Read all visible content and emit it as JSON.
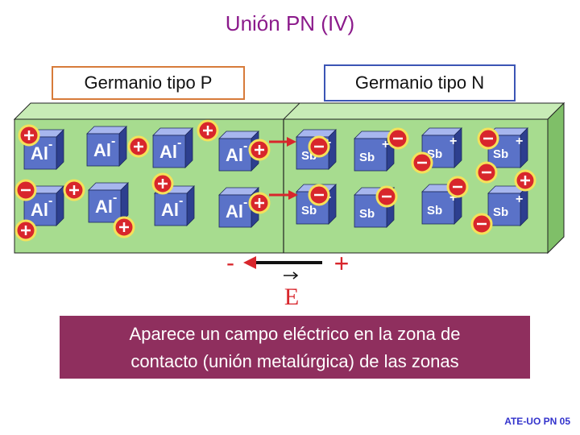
{
  "title": "Unión PN (IV)",
  "labels": {
    "p_region": "Germanio tipo P",
    "n_region": "Germanio tipo N"
  },
  "atoms": {
    "acceptor": "Al",
    "donor": "Sb"
  },
  "charges": {
    "minus": "-",
    "plus": "+"
  },
  "field": {
    "symbol": "E",
    "minus_end": "-",
    "plus_end": "+"
  },
  "caption": {
    "line1": "Aparece un campo eléctrico en la zona de",
    "line2": "contacto (unión metalúrgica) de las zonas"
  },
  "footer": "ATE-UO PN 05",
  "colors": {
    "slab_front": "#a7dc8f",
    "slab_top": "#c8ecb6",
    "slab_side": "#7fbf68",
    "cube_front": "#5a72c8",
    "cube_top": "#a7b6ee",
    "cube_side": "#2d3f8f",
    "hole": "#d8262c",
    "electron": "#d8262c",
    "arrow": "#d8262c",
    "title": "#8b1a8b",
    "caption_bg": "#8f2f5e"
  }
}
